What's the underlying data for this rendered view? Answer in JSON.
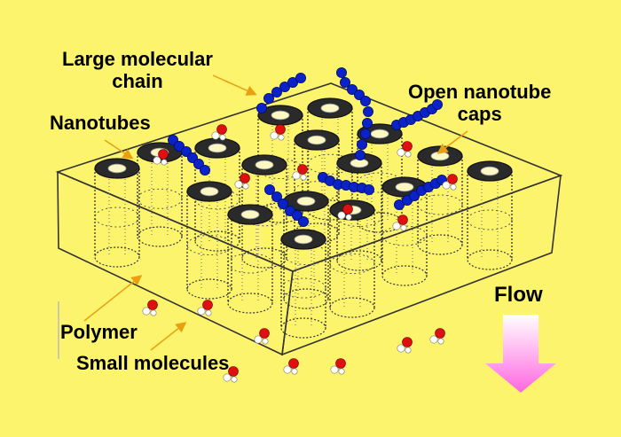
{
  "labels": {
    "large_molecular_chain_line1": "Large molecular",
    "large_molecular_chain_line2": "chain",
    "nanotubes": "Nanotubes",
    "open_nanotube_caps_line1": "Open nanotube",
    "open_nanotube_caps_line2": "caps",
    "flow": "Flow",
    "polymer": "Polymer",
    "small_molecules": "Small molecules"
  },
  "colors": {
    "background": "#fdf46e",
    "chain_bead": "#0a22c8",
    "molecule_red": "#e01010",
    "leader_arrow": "#e8a010",
    "flow_arrow_top": "#ffffff",
    "flow_arrow_bottom": "#ff66e0"
  }
}
